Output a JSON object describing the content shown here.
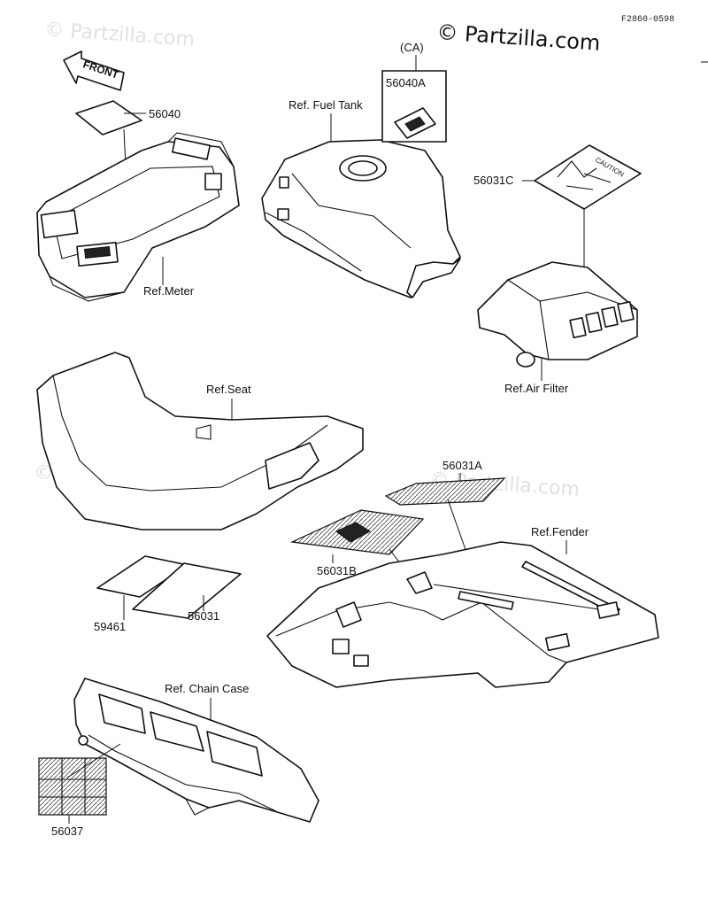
{
  "source_code": "F2860-0598",
  "watermarks": {
    "main": "© Partzilla.com",
    "faint": "© Partzilla.com"
  },
  "front_arrow_text": "FRONT",
  "labels": {
    "ca": "(CA)",
    "p56040a": "56040A",
    "ref_fuel_tank": "Ref. Fuel Tank",
    "p56040": "56040",
    "ref_meter": "Ref.Meter",
    "p56031c": "56031C",
    "caution_text": "CAUTION",
    "ref_air_filter": "Ref.Air Filter",
    "ref_seat": "Ref.Seat",
    "p56031a": "56031A",
    "ref_fender": "Ref.Fender",
    "p56031b": "56031B",
    "p59461": "59461",
    "p56031": "56031",
    "ref_chain_case": "Ref. Chain Case",
    "p56037": "56037"
  }
}
